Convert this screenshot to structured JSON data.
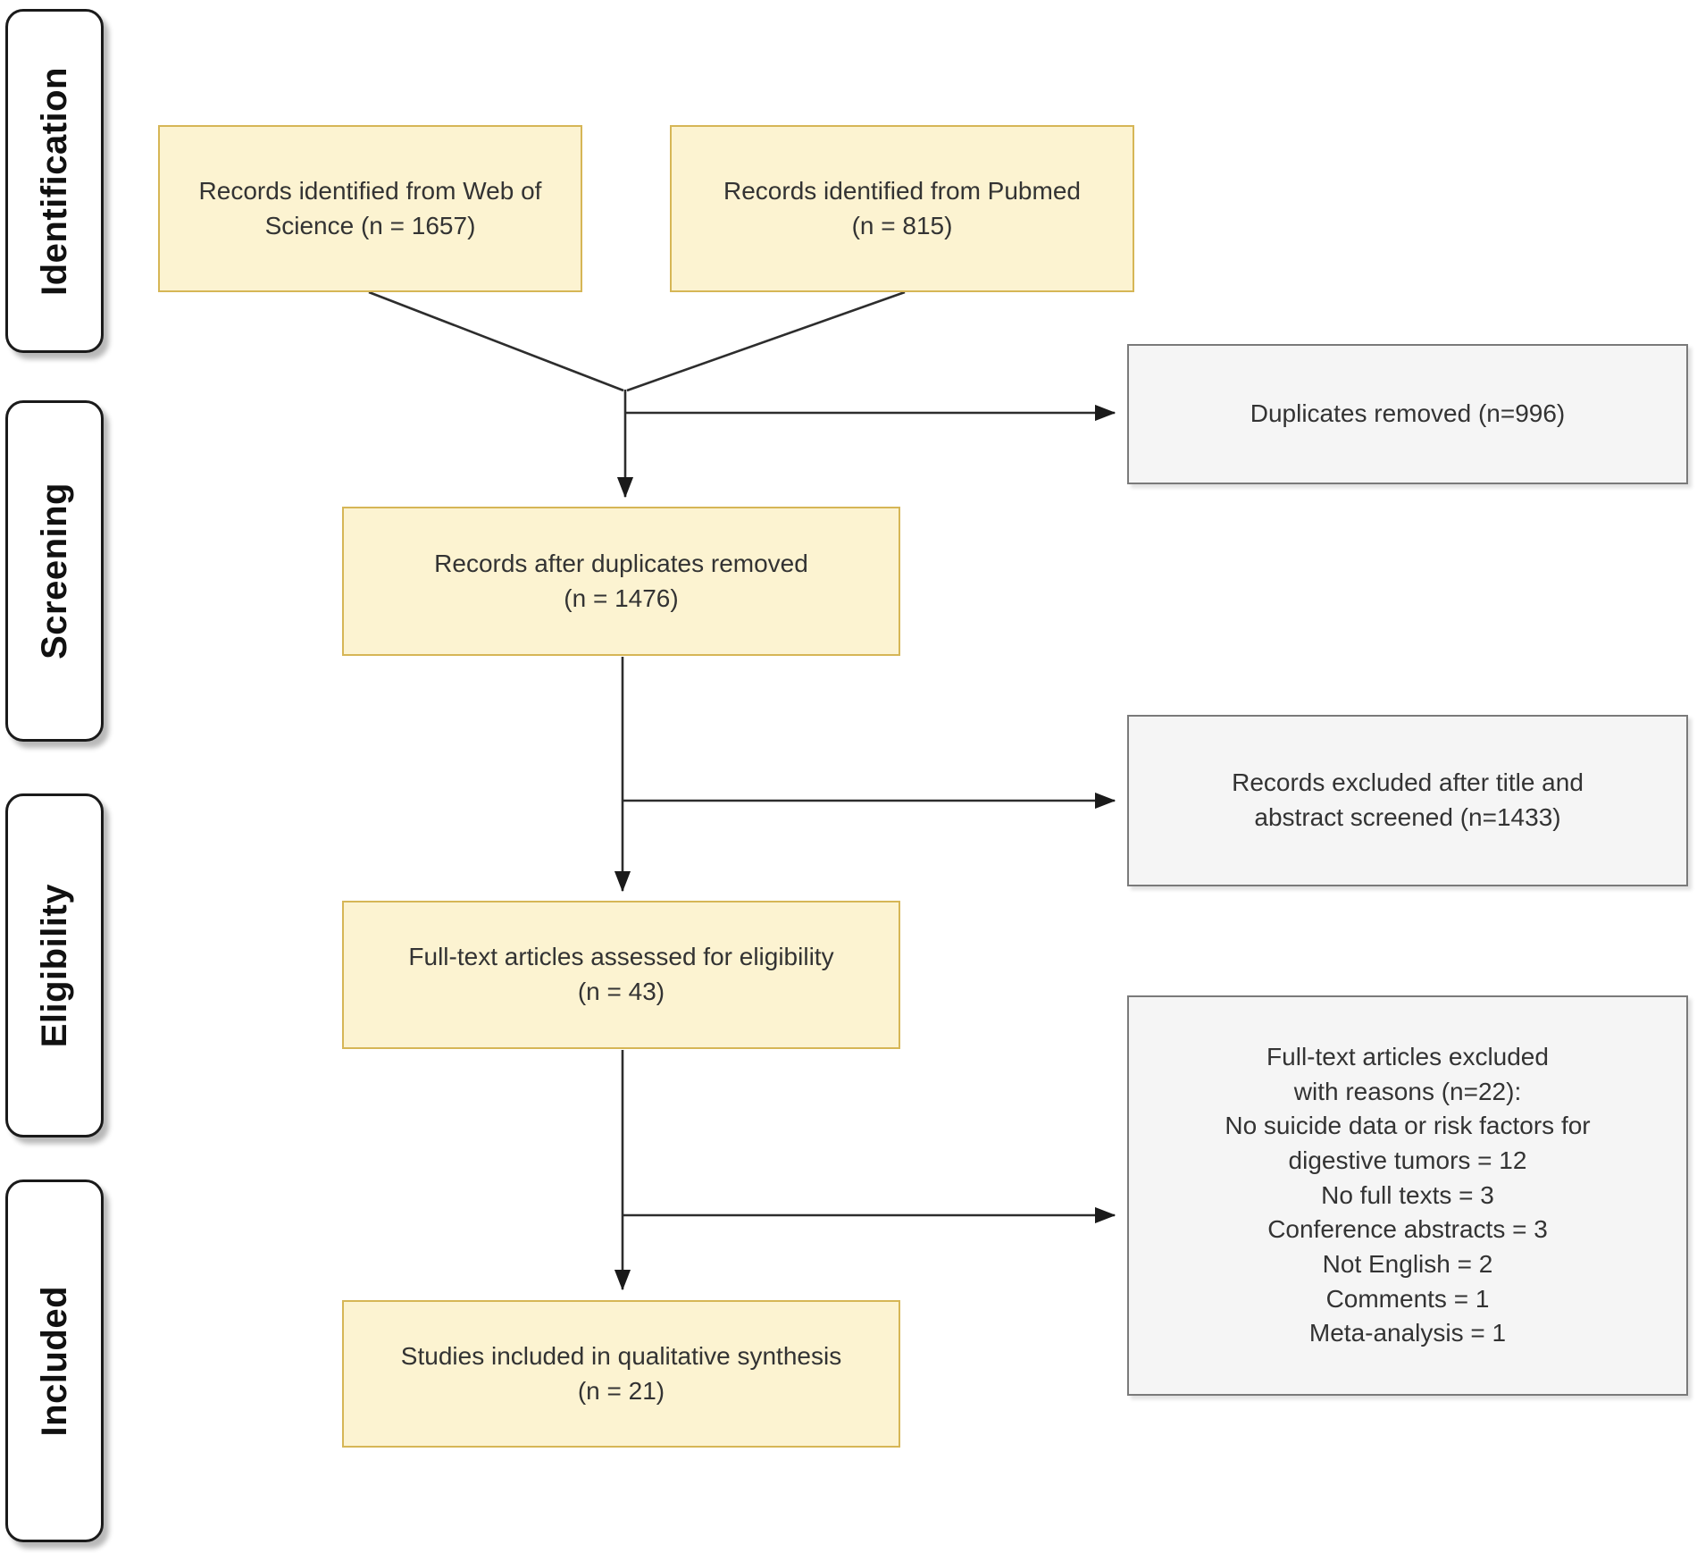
{
  "diagram_type": "PRISMA flow diagram",
  "stages": {
    "identification": "Identification",
    "screening": "Screening",
    "eligibility": "Eligibility",
    "included": "Included"
  },
  "boxes": {
    "records_wos": "Records identified from Web of\nScience (n = 1657)",
    "records_pubmed": "Records identified from Pubmed\n(n = 815)",
    "duplicates_removed": "Duplicates removed (n=996)",
    "records_after_duplicates": "Records after duplicates removed\n(n = 1476)",
    "records_excluded": "Records excluded after title and\nabstract screened (n=1433)",
    "fulltext_assessed": "Full-text articles assessed for eligibility\n(n = 43)",
    "fulltext_excluded": "Full-text articles excluded\nwith reasons (n=22):\nNo suicide data or risk factors for\ndigestive tumors = 12\nNo full texts = 3\nConference abstracts = 3\nNot English = 2\nComments = 1\nMeta-analysis = 1",
    "included_synthesis": "Studies included in qualitative synthesis\n(n = 21)"
  },
  "counts": {
    "web_of_science": 1657,
    "pubmed": 815,
    "duplicates_removed": 996,
    "after_duplicates": 1476,
    "excluded_title_abstract": 1433,
    "fulltext_assessed": 43,
    "fulltext_excluded": 22,
    "no_suicide_data": 12,
    "no_full_texts": 3,
    "conference_abstracts": 3,
    "not_english": 2,
    "comments": 1,
    "meta_analysis": 1,
    "included_qualitative_synthesis": 21
  },
  "colors": {
    "flow_box_fill": "#fcf3d1",
    "flow_box_border": "#d6b656",
    "exclusion_box_fill": "#f5f5f5",
    "exclusion_box_border": "#7a7a7a",
    "stage_box_fill": "#ffffff",
    "stage_box_border": "#1a1a1a",
    "arrow": "#2d2d2d",
    "text": "#333333",
    "background": "#ffffff"
  }
}
